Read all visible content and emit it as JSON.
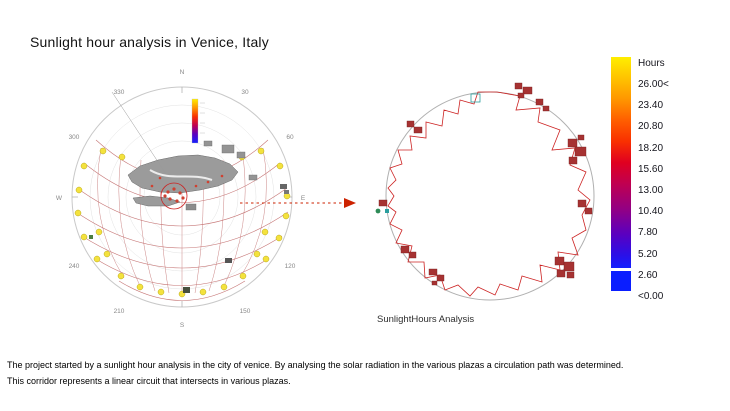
{
  "title": "Sunlight hour analysis in Venice, Italy",
  "sun_path_diagram": {
    "compass_labels": [
      "N",
      "30",
      "60",
      "E",
      "120",
      "150",
      "S",
      "210",
      "240",
      "W",
      "300",
      "330"
    ]
  },
  "circulation_diagram": {
    "caption": "SunlightHours Analysis"
  },
  "legend": {
    "title": "Hours",
    "values": [
      "26.00<",
      "23.40",
      "20.80",
      "18.20",
      "15.60",
      "13.00",
      "10.40",
      "7.80",
      "5.20",
      "2.60",
      "<0.00"
    ],
    "gradient_top_color": "#ffee00",
    "gradient_bottom_color": "#1420ff"
  },
  "description": {
    "line1": "The project started by a sunlight hour analysis in the city of venice. By analysing the solar radiation in the various plazas a circulation path was determined.",
    "line2": "This corridor represents a linear circuit that intersects in various plazas."
  },
  "accent_colors": {
    "sun_path_mesh_red": "#c06868",
    "circulation_path_red": "#cc2222",
    "sun_dot_yellow": "#f4e23d"
  }
}
